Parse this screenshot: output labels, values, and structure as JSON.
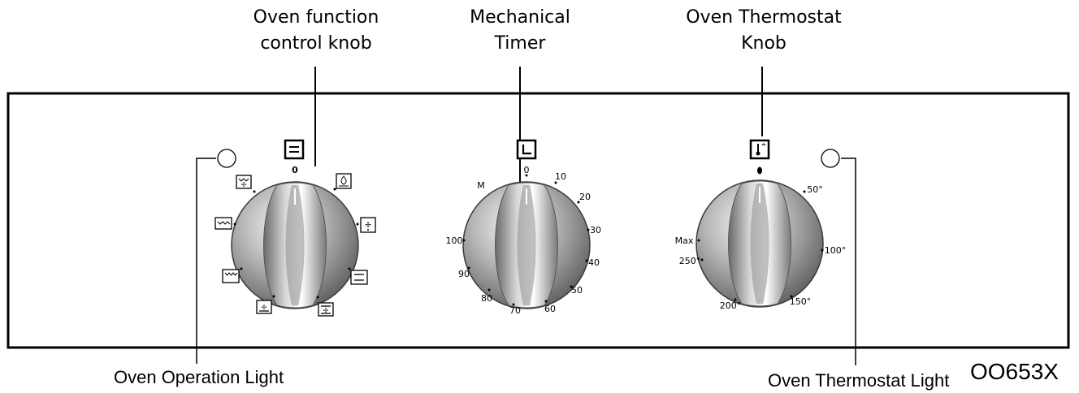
{
  "labels": {
    "function_knob": [
      "Oven function",
      "control knob"
    ],
    "timer": [
      "Mechanical",
      "Timer"
    ],
    "thermostat_knob": [
      "Oven Thermostat",
      "Knob"
    ],
    "operation_light": "Oven Operation Light",
    "thermostat_light": "Oven Thermostat Light",
    "model": "OO653X"
  },
  "function_knob": {
    "zero_label": "0",
    "icons": [
      "top-grill-fan-icon",
      "grill-icon",
      "bottom-heat-icon",
      "fan-bottom-icon",
      "top-bottom-heat-icon",
      "conventional-icon",
      "fan-icon",
      "defrost-icon"
    ]
  },
  "timer_knob": {
    "labels": [
      "0",
      "10",
      "20",
      "30",
      "40",
      "50",
      "60",
      "70",
      "80",
      "90",
      "100",
      "M"
    ]
  },
  "thermostat_knob": {
    "labels": [
      "50°",
      "100°",
      "150°",
      "200°",
      "250°",
      "Max"
    ]
  }
}
